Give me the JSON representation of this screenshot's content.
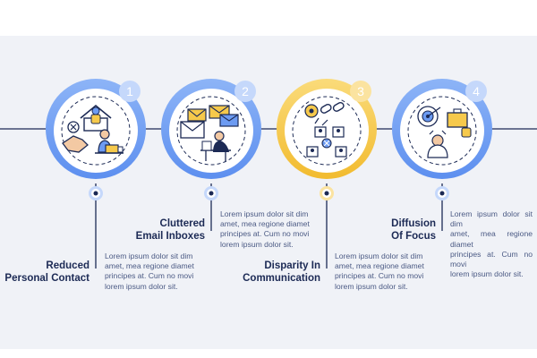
{
  "steps": [
    {
      "number": "1",
      "title_line1": "Reduced",
      "title_line2": "Personal Contact",
      "body_lines": [
        "Lorem ipsum dolor sit dim",
        "amet, mea regione diamet",
        "principes at. Cum no movi",
        "lorem ipsum dolor sit."
      ],
      "icon": "handshake-remote-worker-icon",
      "accent": "#6c9bf2"
    },
    {
      "number": "2",
      "title_line1": "Cluttered",
      "title_line2": "Email Inboxes",
      "body_lines": [
        "Lorem ipsum dolor sit dim",
        "amet, mea regione diamet",
        "principes at. Cum no movi",
        "lorem ipsum dolor sit."
      ],
      "icon": "email-overload-desk-icon",
      "accent": "#6c9bf2"
    },
    {
      "number": "3",
      "title_line1": "Disparity In",
      "title_line2": "Communication",
      "body_lines": [
        "Lorem ipsum dolor sit dim",
        "amet, mea regione diamet",
        "principes at. Cum no movi",
        "lorem ipsum dolor sit."
      ],
      "icon": "broken-chain-network-icon",
      "accent": "#f6c94b"
    },
    {
      "number": "4",
      "title_line1": "Diffusion",
      "title_line2": "Of Focus",
      "body_lines": [
        "Lorem ipsum dolor sit dim",
        "amet, mea regione diamet",
        "principes at. Cum no movi",
        "lorem ipsum dolor sit."
      ],
      "icon": "target-briefcase-stressed-icon",
      "accent": "#6c9bf2"
    }
  ],
  "colors": {
    "line": "#1c2a55",
    "ring_light": "#c5d8fb",
    "text_dark": "#1c2a55",
    "text_body": "#4b5a84",
    "background": "#f0f2f7"
  }
}
